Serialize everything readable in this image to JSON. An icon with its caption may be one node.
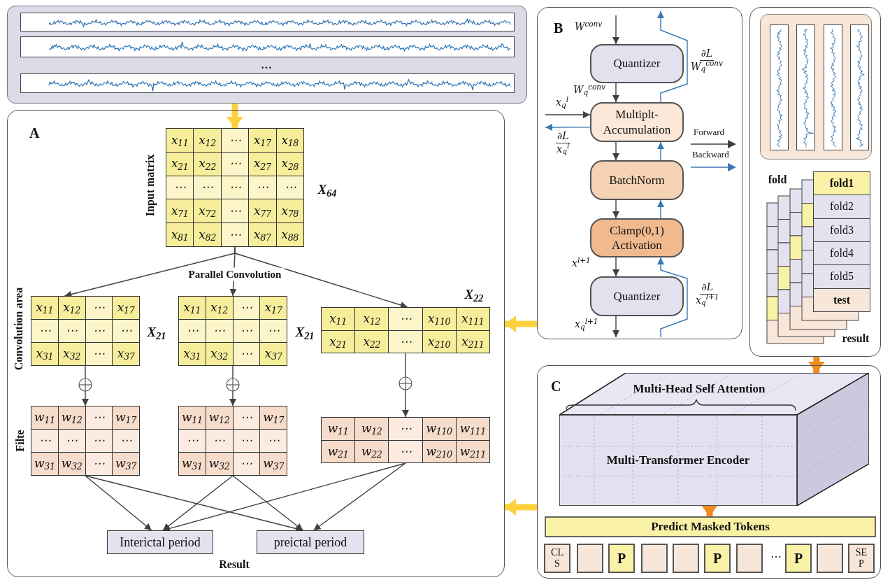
{
  "diagram": {
    "nodes": [
      {
        "text": [],
        "shape": "picture"
      },
      {
        "text": [
          "A"
        ]
      },
      {
        "text": [
          "x$_{11}$",
          "x$_{12}$",
          "⋯",
          "x$_{17}$",
          "x$_{18}$",
          "x$_{21}$",
          "x$_{22}$",
          "⋯",
          "x$_{27}$",
          "x$_{28}$",
          "⋯",
          "⋯",
          "⋯",
          "⋯",
          "⋯",
          "x$_{71}$",
          "x$_{72}$",
          "⋯",
          "x$_{77}$",
          "x$_{78}$",
          "x$_{81}$",
          "x$_{82}$",
          "⋯",
          "x$_{87}$",
          "x$_{88}$"
        ],
        "in": 1,
        "beside": [
          "Input matrix",
          "X$_{64}$"
        ]
      },
      {
        "text": [
          "x$_{11}$",
          "x$_{12}$",
          "⋯",
          "x$_{17}$",
          "⋯",
          "⋯",
          "⋯",
          "⋯",
          "x$_{31}$",
          "x$_{32}$",
          "⋯",
          "x$_{37}$"
        ],
        "in": 1,
        "beside": [
          "Convolution area",
          "X$_{21}$"
        ]
      },
      {
        "text": [
          "x$_{11}$",
          "x$_{12}$",
          "⋯",
          "x$_{17}$",
          "⋯",
          "⋯",
          "⋯",
          "⋯",
          "x$_{31}$",
          "x$_{32}$",
          "⋯",
          "x$_{37}$"
        ],
        "in": 1,
        "beside": [
          "X$_{21}$"
        ]
      },
      {
        "text": [
          "x$_{11}$",
          "x$_{12}$",
          "⋯",
          "x$_{110}$",
          "x$_{111}$",
          "x$_{21}$",
          "x$_{22}$",
          "⋯",
          "x$_{210}$",
          "x$_{211}$"
        ],
        "in": 1,
        "beside": [
          "X$_{22}$"
        ]
      },
      {
        "text": [
          "w$_{11}$",
          "w$_{12}$",
          "⋯",
          "w$_{17}$",
          "⋯",
          "⋯",
          "⋯",
          "⋯",
          "w$_{31}$",
          "w$_{32}$",
          "⋯",
          "w$_{37}$"
        ],
        "in": 1,
        "beside": [
          "Filte"
        ]
      },
      {
        "text": [
          "w$_{11}$",
          "w$_{12}$",
          "⋯",
          "w$_{17}$",
          "⋯",
          "⋯",
          "⋯",
          "⋯",
          "w$_{31}$",
          "w$_{32}$",
          "⋯",
          "w$_{37}$"
        ],
        "in": 1
      },
      {
        "text": [
          "w$_{11}$",
          "w$_{12}$",
          "⋯",
          "w$_{110}$",
          "w$_{111}$",
          "w$_{21}$",
          "w$_{22}$",
          "⋯",
          "w$_{210}$",
          "w$_{211}$"
        ],
        "in": 1
      },
      {
        "text": [
          "Interictal period"
        ],
        "in": 1
      },
      {
        "text": [
          "preictal period"
        ],
        "in": 1
      },
      {
        "text": [
          "B"
        ]
      },
      {
        "text": [
          "Quantizer"
        ],
        "in": 11
      },
      {
        "text": [
          "Multiplt- Accumulation"
        ],
        "in": 11
      },
      {
        "text": [
          "BatchNorm"
        ],
        "in": 11
      },
      {
        "text": [
          "Clamp(0,1) Activation"
        ],
        "in": 11
      },
      {
        "text": [
          "Quantizer"
        ],
        "in": 11
      },
      {
        "text": [],
        "shape": "box"
      },
      {
        "text": [],
        "shape": "picture",
        "in": 17
      },
      {
        "text": [
          "fold1",
          "fold2",
          "fold3",
          "fold4",
          "fold5",
          "test"
        ],
        "in": 17,
        "beside": [
          "result"
        ]
      },
      {
        "text": [
          "C"
        ]
      },
      {
        "text": [
          "Multi-Head Self Attention",
          "Multi-Transformer Encoder"
        ],
        "in": 20
      },
      {
        "text": [
          "Predict Masked Tokens"
        ],
        "in": 20
      },
      {
        "text": [
          "CL S"
        ],
        "in": 20
      },
      {
        "text": [],
        "shape": "box",
        "in": 20
      },
      {
        "text": [
          "P"
        ],
        "in": 20
      },
      {
        "text": [],
        "shape": "box",
        "in": 20
      },
      {
        "text": [],
        "shape": "box",
        "in": 20
      },
      {
        "text": [
          "P"
        ],
        "in": 20
      },
      {
        "text": [],
        "shape": "box",
        "in": 20
      },
      {
        "text": [
          "P"
        ],
        "in": 20
      },
      {
        "text": [],
        "shape": "box",
        "in": 20
      },
      {
        "text": [
          "SE P"
        ],
        "in": 20
      }
    ],
    "edges": [
      {
        "from": 0,
        "to": 2,
        "arrow": "to",
        "style": "thick",
        "color": "#fcd23c"
      },
      {
        "from": 2,
        "to": 3,
        "arrow": "to"
      },
      {
        "from": 2,
        "to": 4,
        "arrow": "to",
        "label": "Parallel Convolution"
      },
      {
        "from": 2,
        "to": 5,
        "arrow": "to"
      },
      {
        "from": 3,
        "to": 6,
        "arrow": "to"
      },
      {
        "from": 4,
        "to": 7,
        "arrow": "to"
      },
      {
        "from": 5,
        "to": 8,
        "arrow": "to"
      },
      {
        "from": 6,
        "to": 9,
        "arrow": "to"
      },
      {
        "from": 6,
        "to": 10,
        "arrow": "to"
      },
      {
        "from": 7,
        "to": 9,
        "arrow": "to"
      },
      {
        "from": 7,
        "to": 10,
        "arrow": "to"
      },
      {
        "from": 8,
        "to": 9,
        "arrow": "to"
      },
      {
        "from": 8,
        "to": 10,
        "arrow": "to"
      },
      {
        "from": 11,
        "to": 1,
        "arrow": "to",
        "style": "thick",
        "color": "#fcd23c"
      },
      {
        "from": 20,
        "to": 1,
        "arrow": "to",
        "style": "thick",
        "color": "#fcd23c"
      },
      {
        "from": 17,
        "to": 21,
        "arrow": "to",
        "style": "thick",
        "color": "#f08a1c"
      },
      {
        "from": 21,
        "to": 22,
        "arrow": "to",
        "style": "thick",
        "color": "#f08a1c"
      },
      {
        "from": null,
        "to": 12,
        "arrow": "to",
        "label": "W$^{conv}$"
      },
      {
        "from": 12,
        "to": 13,
        "arrow": "to",
        "label": "W$_{q}$$^{conv}$"
      },
      {
        "from": null,
        "to": 13,
        "arrow": "to",
        "label": "x$_{q}$$^{l}$"
      },
      {
        "from": 13,
        "to": null,
        "arrow": "to",
        "color": "#3a78b5",
        "label": "∂L x$_{q}$$^{l}$"
      },
      {
        "from": 13,
        "to": 14,
        "arrow": "to"
      },
      {
        "from": 14,
        "to": 15,
        "arrow": "to"
      },
      {
        "from": 15,
        "to": 16,
        "arrow": "to",
        "label": "x$^{l+1}$"
      },
      {
        "from": 16,
        "to": null,
        "arrow": "to",
        "label": "x$_{q}$$^{l+1}$"
      },
      {
        "from": null,
        "to": 15,
        "arrow": "to",
        "color": "#3a78b5",
        "label": "∂L x$_{q}$$^{l+1}$"
      },
      {
        "from": 15,
        "to": 14,
        "arrow": "to",
        "color": "#3a78b5"
      },
      {
        "from": 14,
        "to": 13,
        "arrow": "to",
        "color": "#3a78b5"
      },
      {
        "from": 13,
        "to": null,
        "arrow": "to",
        "color": "#3a78b5",
        "label": "∂L W$_{q}$$^{conv}$"
      }
    ],
    "labels": [
      "…",
      "fold",
      "Result",
      "⋯"
    ],
    "legend": [
      {
        "text": "Forward"
      },
      {
        "text": "Backward"
      }
    ]
  }
}
